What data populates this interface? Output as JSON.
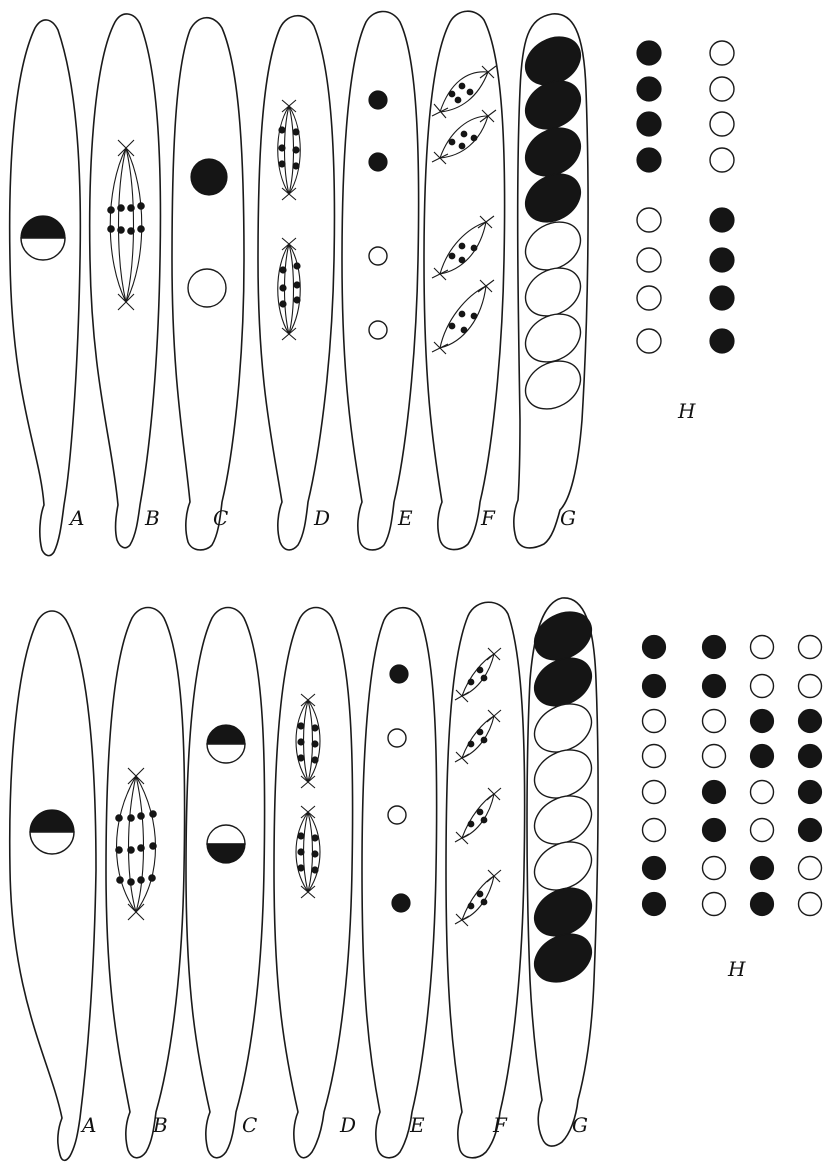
{
  "figure_top": {
    "ascus_labels": [
      "A",
      "B",
      "C",
      "D",
      "E",
      "F",
      "G"
    ],
    "spore_pattern_label": "H",
    "spore_pattern": [
      [
        "black",
        "white"
      ],
      [
        "black",
        "white"
      ],
      [
        "black",
        "white"
      ],
      [
        "black",
        "white"
      ],
      [
        "white",
        "black"
      ],
      [
        "white",
        "black"
      ],
      [
        "white",
        "black"
      ],
      [
        "white",
        "black"
      ]
    ]
  },
  "figure_bottom": {
    "ascus_labels": [
      "A",
      "B",
      "C",
      "D",
      "E",
      "F",
      "G"
    ],
    "spore_pattern_label": "H",
    "spore_pattern": [
      [
        "black",
        "black",
        "white",
        "white"
      ],
      [
        "black",
        "black",
        "white",
        "white"
      ],
      [
        "white",
        "white",
        "black",
        "black"
      ],
      [
        "white",
        "white",
        "black",
        "black"
      ],
      [
        "white",
        "black",
        "white",
        "black"
      ],
      [
        "white",
        "black",
        "white",
        "black"
      ],
      [
        "black",
        "white",
        "black",
        "white"
      ],
      [
        "black",
        "white",
        "black",
        "white"
      ]
    ]
  },
  "colors": {
    "ink": "#151515",
    "paper": "#ffffff"
  }
}
